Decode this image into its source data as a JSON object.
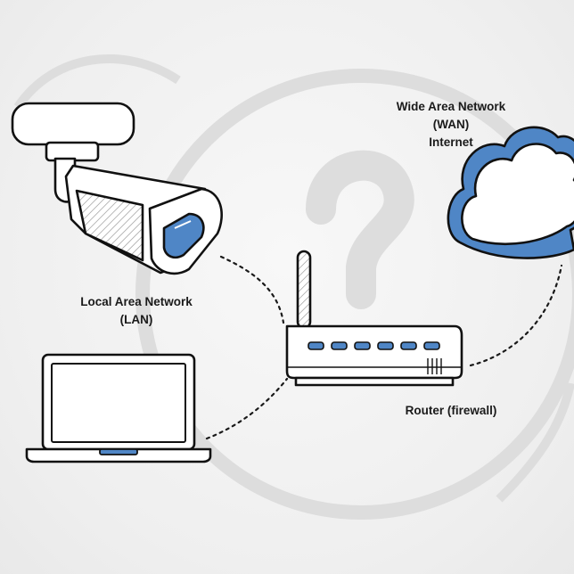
{
  "labels": {
    "lan": {
      "line1": "Local Area Network",
      "line2": "(LAN)"
    },
    "wan": {
      "line1": "Wide Area Network",
      "line2": "(WAN)",
      "line3": "Internet"
    },
    "router": "Router (firewall)"
  },
  "nodes": {
    "camera": "security-camera-icon",
    "laptop": "laptop-icon",
    "router": "router-icon",
    "cloud": "cloud-icon"
  },
  "colors": {
    "accent": "#4f86c6",
    "outline": "#111111",
    "background": "#f3f3f3",
    "watermark": "#d9d9d9"
  }
}
